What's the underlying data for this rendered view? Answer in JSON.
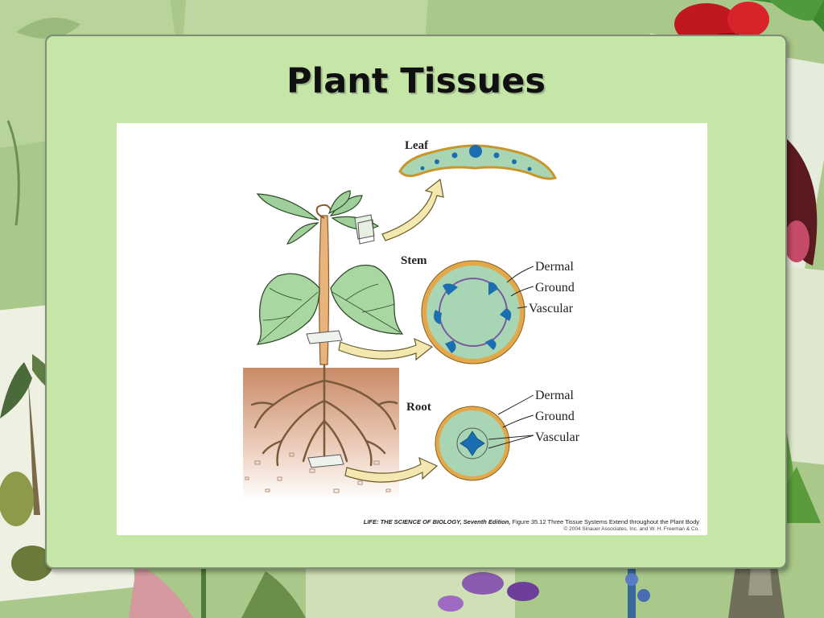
{
  "slide": {
    "title": "Plant Tissues"
  },
  "figure": {
    "labels": {
      "leaf": "Leaf",
      "stem": "Stem",
      "root": "Root",
      "stem_dermal": "Dermal",
      "stem_ground": "Ground",
      "stem_vascular": "Vascular",
      "root_dermal": "Dermal",
      "root_ground": "Ground",
      "root_vascular": "Vascular"
    },
    "credit": {
      "book": "LIFE: THE SCIENCE OF BIOLOGY, Seventh Edition,",
      "figure_ref": " Figure 35.12 Three Tissue Systems Extend throughout the Plant Body",
      "copyright": "© 2004 Sinauer Associates, Inc. and W. H. Freeman & Co."
    }
  },
  "colors": {
    "panel": "#c6e6a8",
    "dermal": "#e2a84a",
    "ground": "#a8d6b4",
    "vascular": "#1b6fb0",
    "soil": "#cf9a7c",
    "stem": "#e8b47c"
  },
  "icons": [
    "red-flower-icon",
    "purple-flower-icon",
    "succulent-icon",
    "fern-icon",
    "palm-icon",
    "arrow-icon"
  ]
}
